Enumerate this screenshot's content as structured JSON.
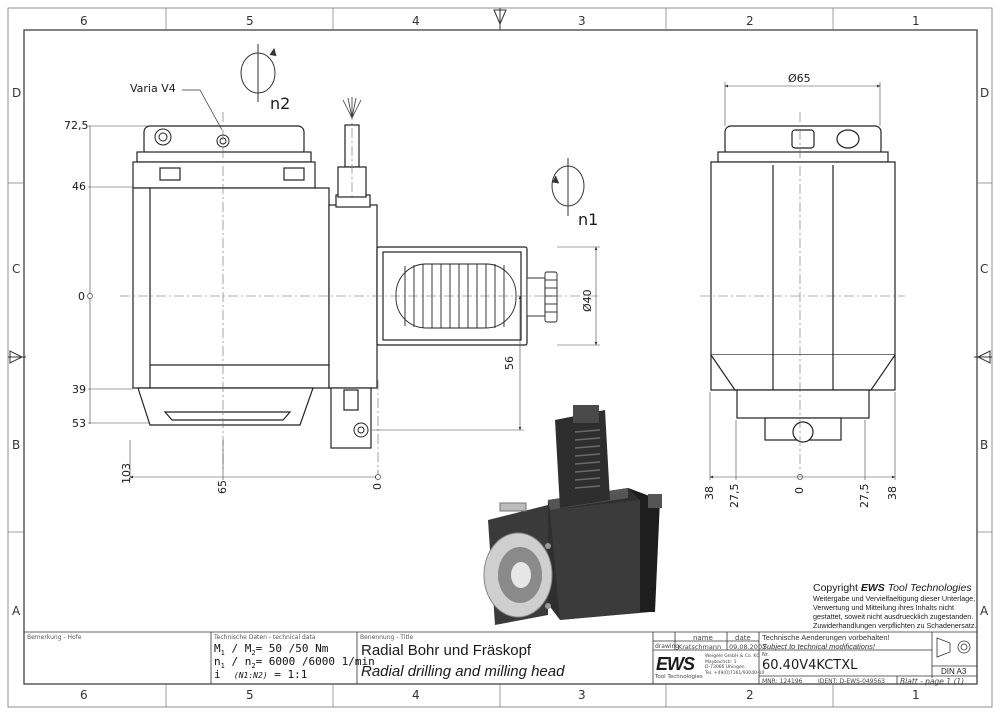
{
  "zones": {
    "columns_top": [
      "6",
      "5",
      "4",
      "3",
      "2",
      "1"
    ],
    "columns_bottom": [
      "6",
      "5",
      "4",
      "3",
      "2",
      "1"
    ],
    "rows_left": [
      "D",
      "C",
      "B",
      "A"
    ],
    "rows_right": [
      "D",
      "C",
      "B",
      "A"
    ]
  },
  "drawing": {
    "varia_label": "Varia V4",
    "n2_label": "n2",
    "n1_label": "n1",
    "side_view_dims": {
      "left_labels": [
        "72,5",
        "46",
        "0",
        "39",
        "53"
      ],
      "bottom_labels": [
        "103",
        "65",
        "0"
      ],
      "diameter_label": "Ø40",
      "dim_56": "56"
    },
    "front_view_dims": {
      "top_diameter": "Ø65",
      "bottom_labels": [
        "38",
        "27,5",
        "0",
        "27,5",
        "38"
      ]
    }
  },
  "copyright": {
    "prefix": "Copyright ",
    "brand": "EWS",
    "suffix": " Tool Technologies",
    "lines": [
      "Weitergabe und Vervielfaeltigung dieser Unterlage,",
      "Verwertung und Mitteilung ihres Inhalts nicht",
      "gestattet, soweit nicht ausdruecklich zugestanden.",
      "Zuwiderhandlungen verpflichten zu Schadenersatz."
    ]
  },
  "title_block": {
    "remark_label": "Bemerkung - Hofe",
    "tech_label": "Technische Daten - technical data",
    "tech_rows": [
      {
        "sym": "M",
        "sub1": "1",
        "mid": " / M",
        "sub2": "2",
        "eq": "= 50  /50  Nm"
      },
      {
        "sym": "n",
        "sub1": "1",
        "mid": " / n",
        "sub2": "2",
        "eq": "= 6000 /6000  1/min"
      }
    ],
    "ratio_sym": "i",
    "ratio_note": "(N1:N2)",
    "ratio_val": "= 1:1",
    "title_label": "Benennung - Title",
    "title_de": "Radial Bohr und Fräskopf",
    "title_en": "Radial drilling and milling head",
    "sign_headers": [
      "name",
      "date"
    ],
    "sign_row_label": "drawing",
    "sign_name": "Kratschmann",
    "sign_date": "09.08.2007",
    "logo": "EWS",
    "logo_sub": "Tool Technologies",
    "company_lines": [
      "Weigele GmbH & Co. KG",
      "Maybachstr. 1",
      "D-73066 Uhingen",
      "Tel. +49(0)7161/93040-10"
    ],
    "notice_de": "Technische Aenderungen vorbehalten!",
    "notice_en": "Subject to technical modifications!",
    "nr_label": "Nr.",
    "part_no": "60.40V4KCTXL",
    "mnr_label": "MNR: 124196",
    "ident_label": "IDENT: D-EWS-049563",
    "sheet_label": "Blatt - page 1 (1)",
    "format_label": "DIN A3"
  },
  "colors": {
    "line": "#2a2a2a",
    "dim": "#444444",
    "body_dark": "#2b2b2b",
    "body_mid": "#4a4a4a"
  }
}
